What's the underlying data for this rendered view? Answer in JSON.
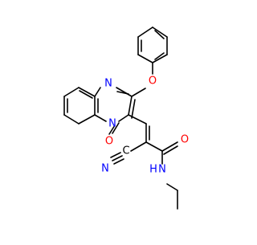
{
  "molecule": {
    "atom_labels": {
      "n_ring_top": "N",
      "n_ring_bridge": "N",
      "o_ether": "O",
      "o_ketone": "O",
      "o_amide": "O",
      "n_nitrile": "N",
      "c_nitrile": "C",
      "nh_amide": "N",
      "h_amide": "H"
    },
    "colors": {
      "bond": "#000000",
      "nitrogen": "#0000ff",
      "oxygen": "#ff0000",
      "carbon": "#000000"
    }
  }
}
